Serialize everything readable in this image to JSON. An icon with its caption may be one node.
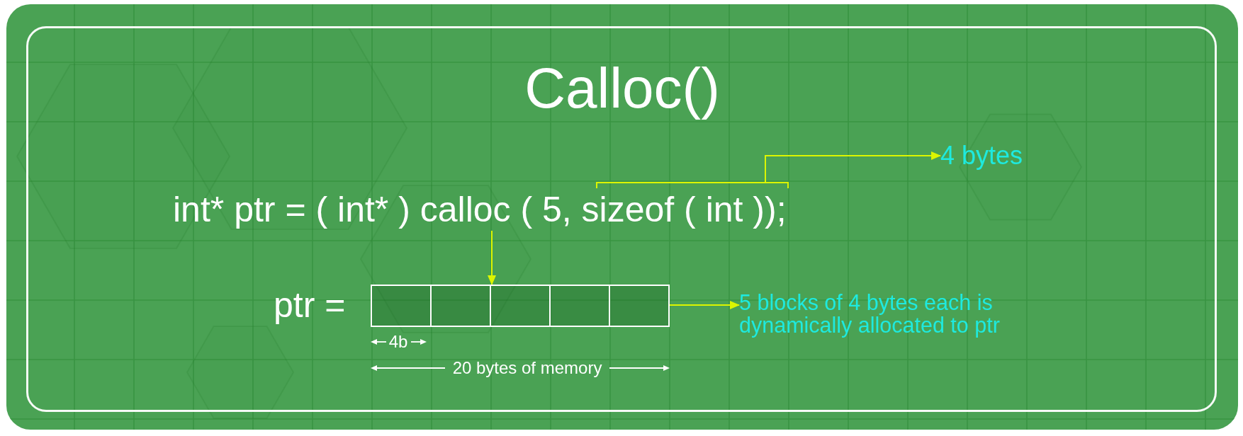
{
  "diagram": {
    "title": "Calloc()",
    "nodes": [
      {
        "text": [
          "4 bytes"
        ]
      },
      {
        "text": [],
        "shape": "bracket"
      },
      {
        "text": [
          "int* ptr = ( int* ) calloc ( 5, sizeof ( int ));"
        ]
      },
      {
        "text": [],
        "shape": "bar",
        "beside": [
          "ptr ="
        ]
      },
      {
        "text": [],
        "shape": "box",
        "in": 3
      },
      {
        "text": [],
        "shape": "box",
        "in": 3
      },
      {
        "text": [],
        "shape": "box",
        "in": 3
      },
      {
        "text": [],
        "shape": "box",
        "in": 3
      },
      {
        "text": [],
        "shape": "box",
        "in": 3
      },
      {
        "text": [
          "5 blocks of 4 bytes each is dynamically allocated to ptr"
        ]
      }
    ],
    "edges": [
      {
        "from": 1,
        "to": 0,
        "arrow": "to"
      },
      {
        "from": 2,
        "to": 3,
        "arrow": "to"
      },
      {
        "from": 3,
        "to": 9,
        "arrow": "to"
      }
    ],
    "labels": [
      "4b",
      "20 bytes of memory"
    ]
  }
}
